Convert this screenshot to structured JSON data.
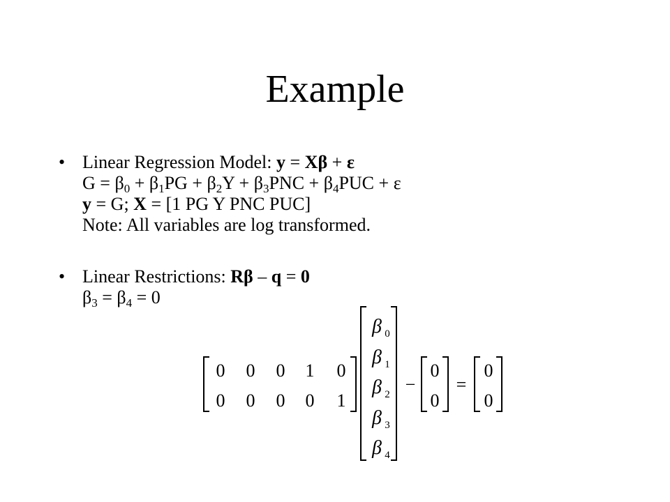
{
  "title": "Example",
  "bullet1": {
    "label": "Linear Regression Model: ",
    "model": {
      "y": "y",
      "eq": " = ",
      "Xb": "Xβ",
      "plus": " + ",
      "eps": "ε"
    },
    "eq_line": {
      "G": "G = ",
      "b0": "β",
      "s0": "0",
      "p1": " + ",
      "b1": "β",
      "s1": "1",
      "t1": "PG + ",
      "b2": "β",
      "s2": "2",
      "t2": "Y + ",
      "b3": "β",
      "s3": "3",
      "t3": "PNC + ",
      "b4": "β",
      "s4": "4",
      "t4": "PUC + ",
      "eps": "ε"
    },
    "assign_line": {
      "y": "y",
      "t1": " = G; ",
      "X": "X",
      "t2": " = [1 PG Y PNC PUC]"
    },
    "note": "Note: All variables are log transformed."
  },
  "bullet2": {
    "label": "Linear Restrictions: ",
    "R": "Rβ",
    "minus": " – ",
    "q": "q",
    "eq": " = ",
    "zero": "0",
    "line2": {
      "b3": "β",
      "s3": "3",
      "t1": " = ",
      "b4": "β",
      "s4": "4",
      "t2": " = 0"
    }
  },
  "matrix_eq": {
    "R_rows": [
      [
        "0",
        "0",
        "0",
        "1",
        "0"
      ],
      [
        "0",
        "0",
        "0",
        "0",
        "1"
      ]
    ],
    "beta_symbol": "β",
    "beta_subscripts": [
      "0",
      "1",
      "2",
      "3",
      "4"
    ],
    "minus": "−",
    "q": [
      "0",
      "0"
    ],
    "equals": "=",
    "rhs": [
      "0",
      "0"
    ]
  }
}
